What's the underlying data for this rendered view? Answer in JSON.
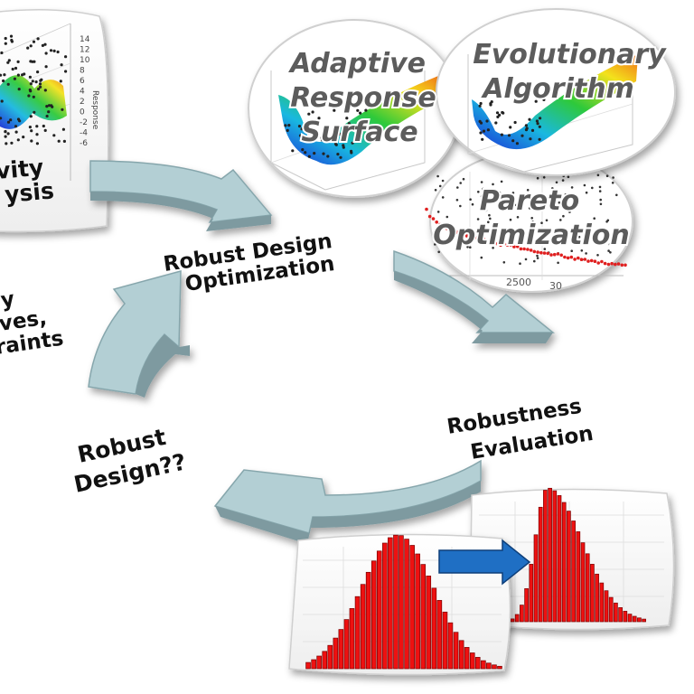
{
  "labels": {
    "robust_design_optimization": [
      "Robust Design",
      "Optimization"
    ],
    "robustness_evaluation": [
      "Robustness",
      "Evaluation"
    ],
    "robust_design": [
      "Robust",
      "Design??"
    ],
    "left_fragment": [
      "y",
      "ves,",
      "raints"
    ],
    "sensitivity_fragment": [
      "vity",
      "ysis"
    ]
  },
  "bubbles": {
    "adaptive_response_surface": [
      "Adaptive",
      "Response",
      "Surface"
    ],
    "evolutionary_algorithm": [
      "Evolutionary",
      "Algorithm"
    ],
    "pareto_optimization": [
      "Pareto",
      "Optimization"
    ]
  },
  "axes": {
    "response_label": "Response",
    "response_ticks": [
      "14",
      "12",
      "10",
      "8",
      "6",
      "4",
      "2",
      "0",
      "-2",
      "-4",
      "-6"
    ],
    "pareto_ticks": [
      "2500",
      "30"
    ]
  },
  "colors": {
    "arrow_fill": "#b3cfd4",
    "arrow_dark": "#7e9aa0",
    "histogram_red": "#ee1111",
    "shift_arrow": "#1f6fc4",
    "label_gray": "#5c5c5c"
  }
}
